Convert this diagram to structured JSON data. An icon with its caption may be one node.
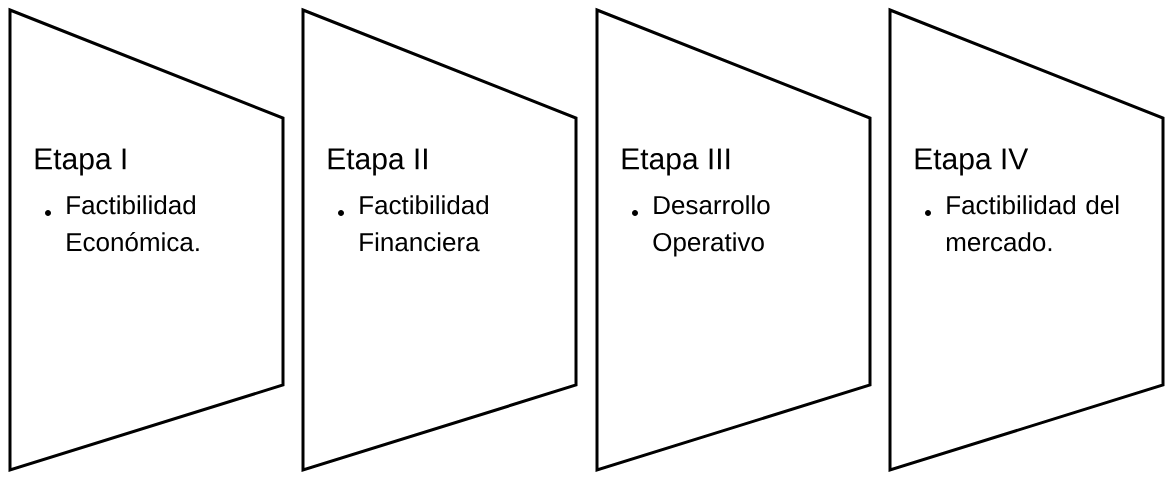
{
  "diagram": {
    "nodes": [
      {
        "text": [
          "Etapa I",
          "Factibilidad Económica."
        ]
      },
      {
        "text": [
          "Etapa II",
          "Factibilidad Financiera"
        ]
      },
      {
        "text": [
          "Etapa III",
          "Desarrollo Operativo"
        ]
      },
      {
        "text": [
          "Etapa IV",
          "Factibilidad del mercado."
        ]
      }
    ]
  }
}
